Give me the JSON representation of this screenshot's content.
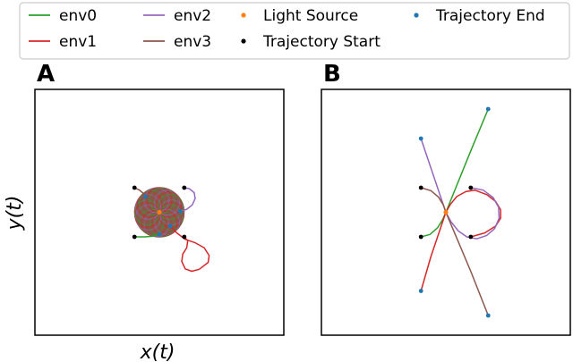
{
  "chart_data": {
    "type": "line",
    "legend": {
      "placement": "top",
      "entries": [
        {
          "label": "env0",
          "kind": "line",
          "color": "#2ca02c"
        },
        {
          "label": "env1",
          "kind": "line",
          "color": "#d62728"
        },
        {
          "label": "env2",
          "kind": "line",
          "color": "#9467bd"
        },
        {
          "label": "env3",
          "kind": "line",
          "color": "#8c564b"
        },
        {
          "label": "Light Source",
          "kind": "point",
          "color": "#ff7f0e"
        },
        {
          "label": "Trajectory Start",
          "kind": "point",
          "color": "#000000"
        },
        {
          "label": "Trajectory End",
          "kind": "point",
          "color": "#1f77b4"
        }
      ]
    },
    "xlabel": "x(t)",
    "ylabel": "y(t)",
    "grid": false,
    "panels": [
      {
        "label": "A",
        "xlim": [
          -2.5,
          2.5
        ],
        "ylim": [
          -2.5,
          2.5
        ],
        "light_source": [
          0,
          0
        ],
        "spiral_circle": {
          "center": [
            0,
            0
          ],
          "radius": 0.5
        },
        "series": [
          {
            "name": "env0",
            "color": "#2ca02c",
            "points": [
              [
                -0.5,
                -0.5
              ],
              [
                -0.3,
                -0.5
              ],
              [
                -0.15,
                -0.49
              ],
              [
                0,
                -0.45
              ]
            ],
            "start": [
              -0.5,
              -0.5
            ],
            "end": [
              0,
              -0.45
            ]
          },
          {
            "name": "env1",
            "color": "#d62728",
            "points": [
              [
                0.5,
                -0.5
              ],
              [
                0.57,
                -0.58
              ],
              [
                0.55,
                -0.72
              ],
              [
                0.47,
                -0.85
              ],
              [
                0.45,
                -1.0
              ],
              [
                0.52,
                -1.15
              ],
              [
                0.65,
                -1.2
              ],
              [
                0.8,
                -1.16
              ],
              [
                0.98,
                -1.02
              ],
              [
                1.0,
                -0.88
              ],
              [
                0.9,
                -0.72
              ],
              [
                0.72,
                -0.62
              ],
              [
                0.52,
                -0.55
              ],
              [
                0.35,
                -0.42
              ],
              [
                0.22,
                -0.28
              ]
            ],
            "start": [
              0.5,
              -0.5
            ],
            "end": [
              0.22,
              -0.28
            ]
          },
          {
            "name": "env2",
            "color": "#9467bd",
            "points": [
              [
                0.5,
                0.5
              ],
              [
                0.6,
                0.48
              ],
              [
                0.7,
                0.4
              ],
              [
                0.72,
                0.28
              ],
              [
                0.66,
                0.15
              ],
              [
                0.55,
                0.06
              ],
              [
                0.42,
                0.02
              ]
            ],
            "start": [
              0.5,
              0.5
            ],
            "end": [
              0.42,
              0.02
            ]
          },
          {
            "name": "env3",
            "color": "#8c564b",
            "points": [
              [
                -0.5,
                0.5
              ],
              [
                -0.4,
                0.45
              ],
              [
                -0.34,
                0.4
              ],
              [
                -0.28,
                0.32
              ]
            ],
            "start": [
              -0.5,
              0.5
            ],
            "end": [
              -0.28,
              0.32
            ]
          }
        ]
      },
      {
        "label": "B",
        "xlim": [
          -2.5,
          2.5
        ],
        "ylim": [
          -2.5,
          2.5
        ],
        "light_source": [
          0,
          0
        ],
        "series": [
          {
            "name": "env0",
            "color": "#2ca02c",
            "points": [
              [
                -0.5,
                -0.5
              ],
              [
                -0.32,
                -0.45
              ],
              [
                -0.17,
                -0.32
              ],
              [
                -0.07,
                -0.16
              ],
              [
                0,
                0
              ],
              [
                0.5,
                1.25
              ],
              [
                0.85,
                2.1
              ]
            ],
            "start": [
              -0.5,
              -0.5
            ],
            "end": [
              0.85,
              2.1
            ]
          },
          {
            "name": "env1",
            "color": "#d62728",
            "points": [
              [
                0.5,
                -0.5
              ],
              [
                0.78,
                -0.42
              ],
              [
                1.0,
                -0.28
              ],
              [
                1.1,
                -0.12
              ],
              [
                1.1,
                0.05
              ],
              [
                1.0,
                0.22
              ],
              [
                0.82,
                0.36
              ],
              [
                0.58,
                0.45
              ],
              [
                0.4,
                0.42
              ],
              [
                0.22,
                0.32
              ],
              [
                0.09,
                0.16
              ],
              [
                0,
                0
              ],
              [
                -0.3,
                -0.9
              ],
              [
                -0.5,
                -1.6
              ]
            ],
            "start": [
              0.5,
              -0.5
            ],
            "end": [
              -0.5,
              -1.6
            ]
          },
          {
            "name": "env2",
            "color": "#9467bd",
            "points": [
              [
                0.5,
                0.5
              ],
              [
                0.75,
                0.45
              ],
              [
                0.95,
                0.3
              ],
              [
                1.06,
                0.1
              ],
              [
                1.07,
                -0.12
              ],
              [
                0.98,
                -0.33
              ],
              [
                0.82,
                -0.47
              ],
              [
                0.62,
                -0.54
              ],
              [
                0.42,
                -0.5
              ],
              [
                0.25,
                -0.38
              ],
              [
                0.1,
                -0.19
              ],
              [
                0,
                0
              ],
              [
                -0.3,
                0.9
              ],
              [
                -0.5,
                1.5
              ]
            ],
            "start": [
              0.5,
              0.5
            ],
            "end": [
              -0.5,
              1.5
            ]
          },
          {
            "name": "env3",
            "color": "#8c564b",
            "points": [
              [
                -0.5,
                0.5
              ],
              [
                -0.3,
                0.44
              ],
              [
                -0.15,
                0.31
              ],
              [
                -0.05,
                0.15
              ],
              [
                0,
                0
              ],
              [
                0.5,
                -1.2
              ],
              [
                0.85,
                -2.1
              ]
            ],
            "start": [
              -0.5,
              0.5
            ],
            "end": [
              0.85,
              -2.1
            ]
          }
        ]
      }
    ]
  }
}
